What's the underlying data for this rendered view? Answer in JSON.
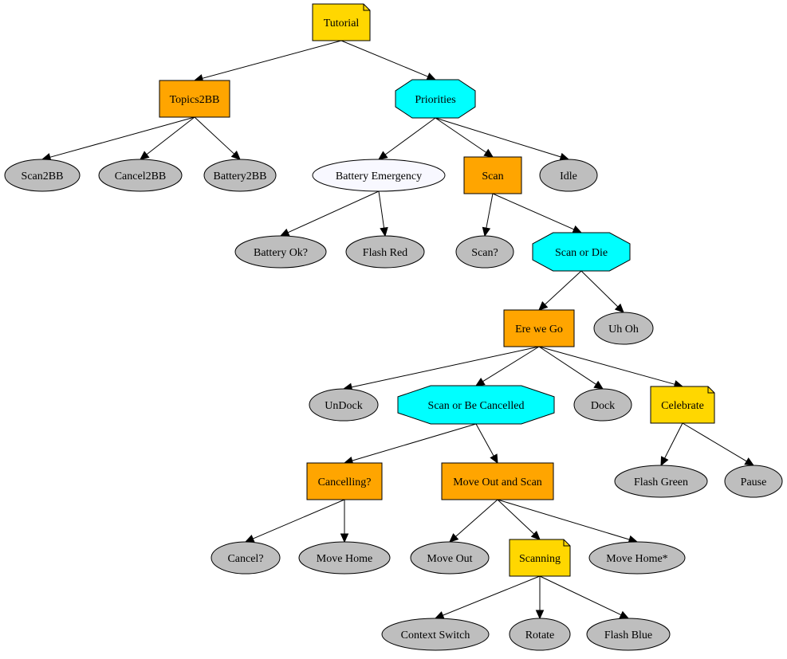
{
  "colors": {
    "sequence": "#ffa500",
    "selector": "#00ffff",
    "parallel": "#ffd700",
    "behaviour": "#bebebe",
    "behaviour_light": "#f8f8ff"
  },
  "nodes": [
    {
      "id": "tutorial",
      "label": "Tutorial",
      "kind": "note"
    },
    {
      "id": "topics2bb",
      "label": "Topics2BB",
      "kind": "box"
    },
    {
      "id": "priorities",
      "label": "Priorities",
      "kind": "octagon"
    },
    {
      "id": "scan2bb",
      "label": "Scan2BB",
      "kind": "ellipse"
    },
    {
      "id": "cancel2bb",
      "label": "Cancel2BB",
      "kind": "ellipse"
    },
    {
      "id": "battery2bb",
      "label": "Battery2BB",
      "kind": "ellipse"
    },
    {
      "id": "battery-emergency",
      "label": "Battery Emergency",
      "kind": "ellipse-light"
    },
    {
      "id": "scan",
      "label": "Scan",
      "kind": "box"
    },
    {
      "id": "idle",
      "label": "Idle",
      "kind": "ellipse"
    },
    {
      "id": "battery-ok",
      "label": "Battery Ok?",
      "kind": "ellipse"
    },
    {
      "id": "flash-red",
      "label": "Flash Red",
      "kind": "ellipse"
    },
    {
      "id": "scan-check",
      "label": "Scan?",
      "kind": "ellipse"
    },
    {
      "id": "scan-or-die",
      "label": "Scan or Die",
      "kind": "octagon"
    },
    {
      "id": "ere-we-go",
      "label": "Ere we Go",
      "kind": "box"
    },
    {
      "id": "uh-oh",
      "label": "Uh Oh",
      "kind": "ellipse"
    },
    {
      "id": "undock",
      "label": "UnDock",
      "kind": "ellipse"
    },
    {
      "id": "scan-or-be-cancelled",
      "label": "Scan or Be Cancelled",
      "kind": "octagon"
    },
    {
      "id": "dock",
      "label": "Dock",
      "kind": "ellipse"
    },
    {
      "id": "celebrate",
      "label": "Celebrate",
      "kind": "note"
    },
    {
      "id": "cancelling",
      "label": "Cancelling?",
      "kind": "box"
    },
    {
      "id": "move-out-and-scan",
      "label": "Move Out and Scan",
      "kind": "box"
    },
    {
      "id": "flash-green",
      "label": "Flash Green",
      "kind": "ellipse"
    },
    {
      "id": "pause",
      "label": "Pause",
      "kind": "ellipse"
    },
    {
      "id": "cancel-check",
      "label": "Cancel?",
      "kind": "ellipse"
    },
    {
      "id": "move-home",
      "label": "Move Home",
      "kind": "ellipse"
    },
    {
      "id": "move-out",
      "label": "Move Out",
      "kind": "ellipse"
    },
    {
      "id": "scanning",
      "label": "Scanning",
      "kind": "note"
    },
    {
      "id": "move-home-star",
      "label": "Move Home*",
      "kind": "ellipse"
    },
    {
      "id": "context-switch",
      "label": "Context Switch",
      "kind": "ellipse"
    },
    {
      "id": "rotate",
      "label": "Rotate",
      "kind": "ellipse"
    },
    {
      "id": "flash-blue",
      "label": "Flash Blue",
      "kind": "ellipse"
    }
  ],
  "edges": [
    [
      "tutorial",
      "topics2bb"
    ],
    [
      "tutorial",
      "priorities"
    ],
    [
      "topics2bb",
      "scan2bb"
    ],
    [
      "topics2bb",
      "cancel2bb"
    ],
    [
      "topics2bb",
      "battery2bb"
    ],
    [
      "priorities",
      "battery-emergency"
    ],
    [
      "priorities",
      "scan"
    ],
    [
      "priorities",
      "idle"
    ],
    [
      "battery-emergency",
      "battery-ok"
    ],
    [
      "battery-emergency",
      "flash-red"
    ],
    [
      "scan",
      "scan-check"
    ],
    [
      "scan",
      "scan-or-die"
    ],
    [
      "scan-or-die",
      "ere-we-go"
    ],
    [
      "scan-or-die",
      "uh-oh"
    ],
    [
      "ere-we-go",
      "undock"
    ],
    [
      "ere-we-go",
      "scan-or-be-cancelled"
    ],
    [
      "ere-we-go",
      "dock"
    ],
    [
      "ere-we-go",
      "celebrate"
    ],
    [
      "scan-or-be-cancelled",
      "cancelling"
    ],
    [
      "scan-or-be-cancelled",
      "move-out-and-scan"
    ],
    [
      "celebrate",
      "flash-green"
    ],
    [
      "celebrate",
      "pause"
    ],
    [
      "cancelling",
      "cancel-check"
    ],
    [
      "cancelling",
      "move-home"
    ],
    [
      "move-out-and-scan",
      "move-out"
    ],
    [
      "move-out-and-scan",
      "scanning"
    ],
    [
      "move-out-and-scan",
      "move-home-star"
    ],
    [
      "scanning",
      "context-switch"
    ],
    [
      "scanning",
      "rotate"
    ],
    [
      "scanning",
      "flash-blue"
    ]
  ]
}
